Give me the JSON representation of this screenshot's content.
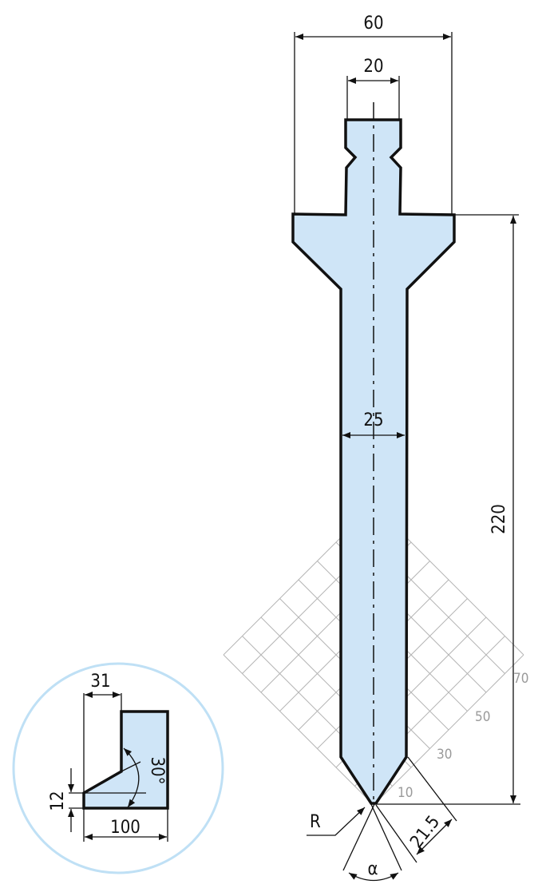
{
  "drawing": {
    "dimensions": {
      "top_width": "60",
      "tang_width": "20",
      "blade_width": "25",
      "height": "220",
      "tip_length": "21.5",
      "radius_label": "R",
      "angle_label": "α"
    },
    "grid_labels": [
      "10",
      "30",
      "50",
      "70"
    ],
    "inset": {
      "offset_width": "31",
      "base_width": "100",
      "edge_height": "12",
      "angle": "30°"
    },
    "colors": {
      "fill": "#cfe5f7",
      "circle": "#bfe0f5",
      "grid": "#b5b5b5"
    }
  }
}
